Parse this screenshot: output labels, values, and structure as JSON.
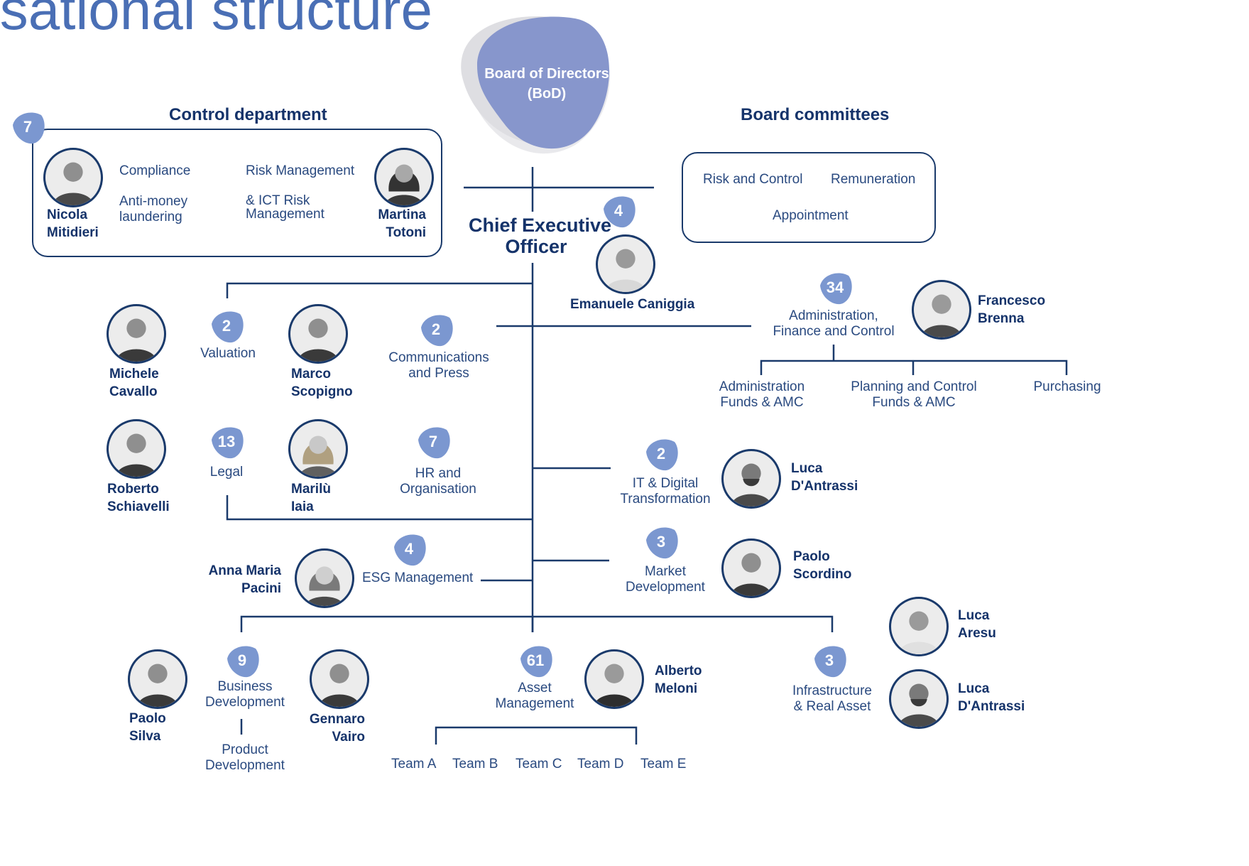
{
  "title": "isational structure",
  "board": {
    "line1": "Board of Directors",
    "line2": "(BoD)"
  },
  "ceo": {
    "line1": "Chief Executive",
    "line2": "Officer",
    "count": "4",
    "person": "Emanuele Caniggia"
  },
  "control": {
    "title": "Control department",
    "count": "7",
    "items": [
      "Compliance",
      "Risk Management",
      "Anti-money",
      "laundering",
      "& ICT Risk",
      "Management"
    ],
    "person_left": [
      "Nicola",
      "Mitidieri"
    ],
    "person_right": [
      "Martina",
      "Totoni"
    ]
  },
  "committees": {
    "title": "Board committees",
    "items": [
      "Risk and Control",
      "Remuneration",
      "Appointment"
    ]
  },
  "units": {
    "valuation": {
      "count": "2",
      "label": "Valuation",
      "person": [
        "Michele",
        "Cavallo"
      ]
    },
    "communications": {
      "count": "2",
      "label": [
        "Communications",
        "and Press"
      ],
      "person": [
        "Marco",
        "Scopigno"
      ]
    },
    "legal": {
      "count": "13",
      "label": "Legal",
      "person": [
        "Roberto",
        "Schiavelli"
      ]
    },
    "hr": {
      "count": "7",
      "label": [
        "HR and",
        "Organisation"
      ],
      "person": [
        "Marilù",
        "Iaia"
      ]
    },
    "esg": {
      "count": "4",
      "label": "ESG Management",
      "person": [
        "Anna Maria",
        "Pacini"
      ]
    },
    "afc": {
      "count": "34",
      "label": [
        "Administration,",
        "Finance and Control"
      ],
      "person": [
        "Francesco",
        "Brenna"
      ],
      "sub": [
        [
          "Administration",
          "Funds & AMC"
        ],
        [
          "Planning and Control",
          "Funds & AMC"
        ],
        [
          "Purchasing"
        ]
      ]
    },
    "it": {
      "count": "2",
      "label": [
        "IT & Digital",
        "Transformation"
      ],
      "person": [
        "Luca",
        "D'Antrassi"
      ]
    },
    "market": {
      "count": "3",
      "label": [
        "Market",
        "Development"
      ],
      "person": [
        "Paolo",
        "Scordino"
      ]
    },
    "business": {
      "count": "9",
      "label": [
        "Business",
        "Development"
      ],
      "sub": [
        "Product",
        "Development"
      ],
      "person_left": [
        "Paolo",
        "Silva"
      ],
      "person_right": [
        "Gennaro",
        "Vairo"
      ]
    },
    "asset": {
      "count": "61",
      "label": [
        "Asset",
        "Management"
      ],
      "person": [
        "Alberto",
        "Meloni"
      ],
      "teams": [
        "Team A",
        "Team B",
        "Team C",
        "Team D",
        "Team E"
      ]
    },
    "infra": {
      "count": "3",
      "label": [
        "Infrastructure",
        "& Real Asset"
      ],
      "person_top": [
        "Luca",
        "Aresu"
      ],
      "person_bottom": [
        "Luca",
        "D'Antrassi"
      ]
    }
  },
  "colors": {
    "navy": "#1a3a6b",
    "badge": "#7b97d0",
    "blob": "#8796cc"
  }
}
